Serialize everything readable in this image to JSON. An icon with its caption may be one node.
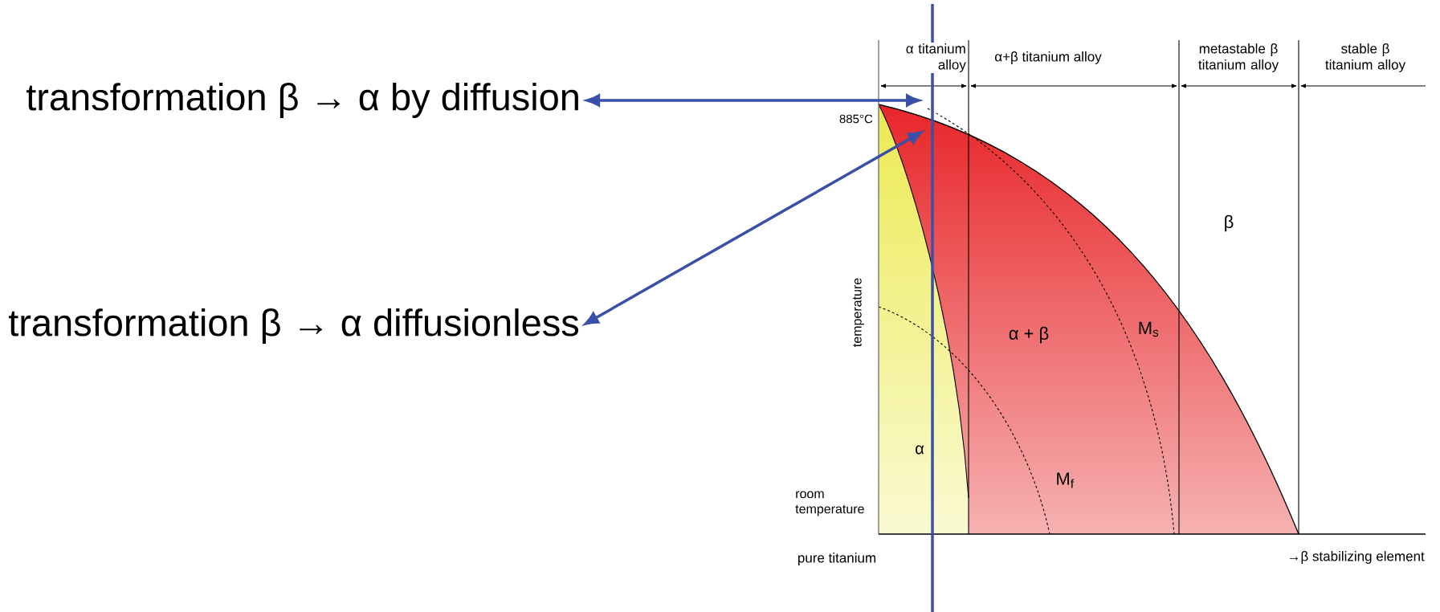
{
  "diagram": {
    "nodes": [
      {
        "text": [
          "transformation β → α by diffusion"
        ]
      },
      {
        "text": [
          "transformation β → α diffusionless"
        ]
      }
    ],
    "edges": [
      {
        "from": 0,
        "to": null,
        "arrow": "both"
      },
      {
        "from": 1,
        "to": null,
        "arrow": "both"
      }
    ],
    "labels": [
      "α titanium alloy",
      "α+β titanium alloy",
      "metastable β titanium alloy",
      "stable β titanium alloy",
      "885°C",
      "β",
      "temperature",
      "α + β",
      "M$_{s}$",
      "α",
      "M$_{f}$",
      "room temperature",
      "pure titanium",
      "→β stabilizing element"
    ]
  }
}
